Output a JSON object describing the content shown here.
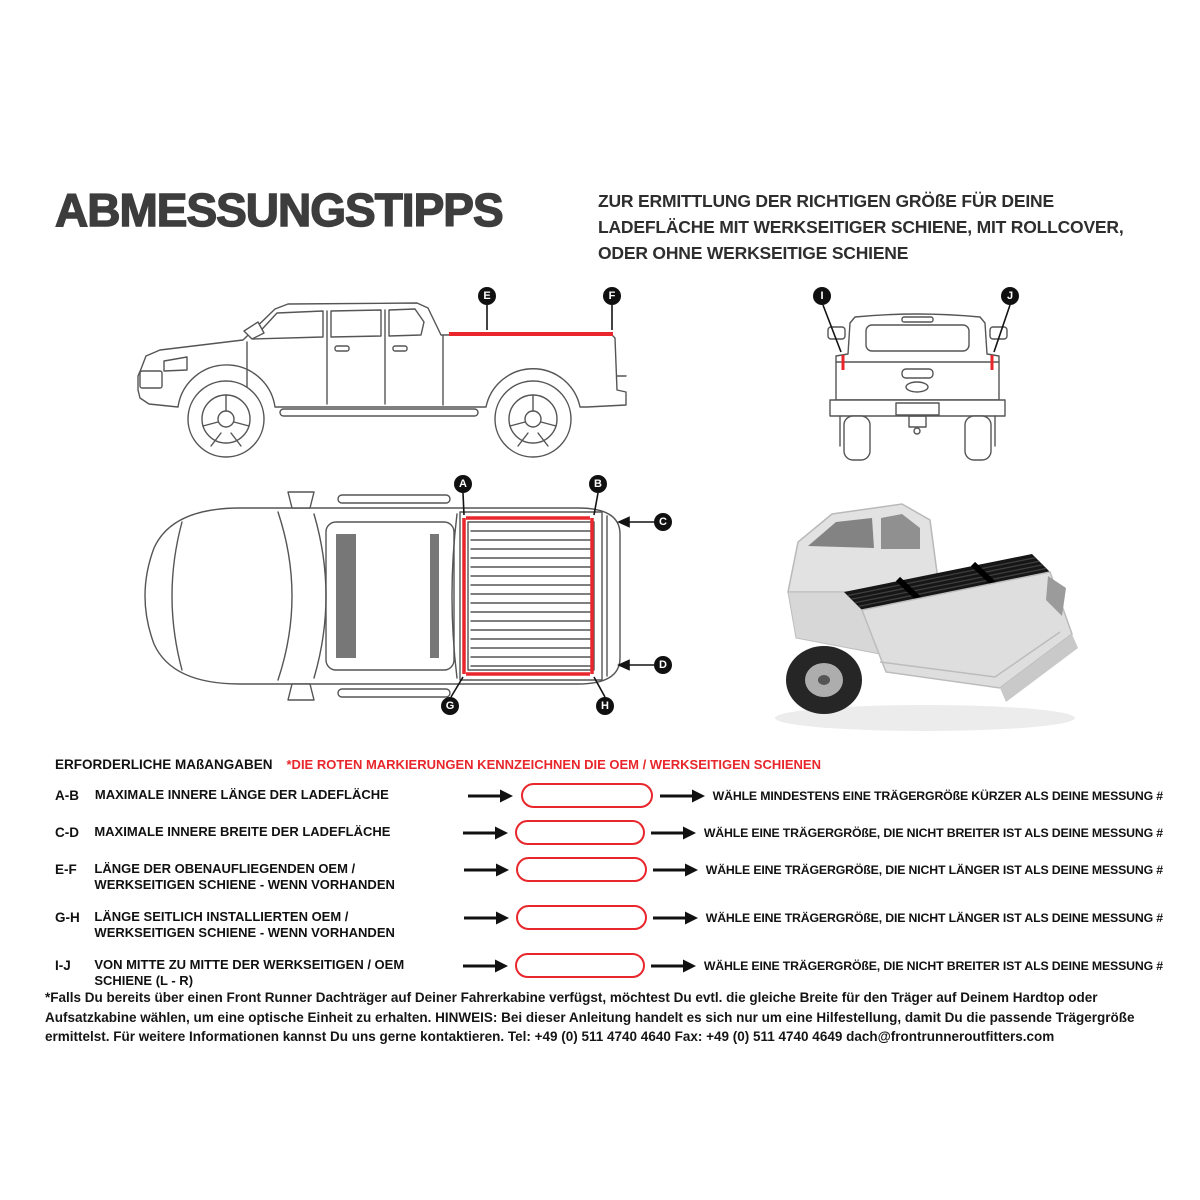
{
  "header": {
    "title": "ABMESSUNGSTIPPS",
    "subtitle": "ZUR ERMITTLUNG DER RICHTIGEN GRÖßE FÜR DEINE LADEFLÄCHE MIT WERKSEITIGER SCHIENE, MIT ROLLCOVER, ODER OHNE WERKSEITIGE SCHIENE"
  },
  "colors": {
    "accent_red": "#E8262B",
    "ink_dark": "#3D3D3D"
  },
  "diagram": {
    "markers": {
      "a": "A",
      "b": "B",
      "c": "C",
      "d": "D",
      "e": "E",
      "f": "F",
      "g": "G",
      "h": "H",
      "i": "I",
      "j": "J"
    },
    "views": [
      "side-view",
      "rear-view",
      "top-view",
      "rack-photo"
    ]
  },
  "measurements": {
    "heading": "ERFORDERLICHE MAßANGABEN",
    "legend": "*DIE ROTEN MARKIERUNGEN KENNZEICHNEN DIE OEM / WERKSEITIGEN SCHIENEN",
    "rows": [
      {
        "code": "A-B",
        "label": "MAXIMALE INNERE LÄNGE DER LADEFLÄCHE",
        "advice": "WÄHLE MINDESTENS EINE TRÄGERGRÖßE KÜRZER ALS DEINE MESSUNG #"
      },
      {
        "code": "C-D",
        "label": "MAXIMALE INNERE BREITE DER LADEFLÄCHE",
        "advice": "WÄHLE EINE TRÄGERGRÖßE, DIE NICHT BREITER IST ALS DEINE MESSUNG #"
      },
      {
        "code": "E-F",
        "label": "LÄNGE DER OBENAUFLIEGENDEN OEM / WERKSEITIGEN SCHIENE - WENN VORHANDEN",
        "advice": "WÄHLE EINE TRÄGERGRÖßE, DIE NICHT LÄNGER IST ALS DEINE MESSUNG #"
      },
      {
        "code": "G-H",
        "label": "LÄNGE SEITLICH INSTALLIERTEN OEM / WERKSEITIGEN SCHIENE - WENN VORHANDEN",
        "advice": "WÄHLE EINE TRÄGERGRÖßE, DIE NICHT LÄNGER IST ALS DEINE MESSUNG #"
      },
      {
        "code": "I-J",
        "label": "VON MITTE ZU MITTE DER WERKSEITIGEN / OEM SCHIENE (L - R)",
        "advice": "WÄHLE EINE TRÄGERGRÖßE, DIE NICHT BREITER IST ALS DEINE MESSUNG #"
      }
    ]
  },
  "footnote": "*Falls Du bereits über einen Front Runner Dachträger auf Deiner Fahrerkabine verfügst, möchtest Du evtl. die gleiche Breite für den Träger auf Deinem Hardtop oder Aufsatzkabine wählen, um eine optische Einheit zu erhalten. HINWEIS: Bei dieser Anleitung handelt es sich nur um eine Hilfestellung, damit Du die passende Trägergröße ermittelst. Für weitere Informationen kannst Du uns gerne kontaktieren. Tel: +49 (0) 511 4740 4640 Fax: +49 (0) 511 4740 4649 dach@frontrunneroutfitters.com"
}
